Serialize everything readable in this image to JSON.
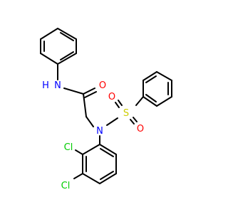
{
  "molecule": {
    "atom_labels": {
      "amide_nh": "N",
      "amide_h": "H",
      "carbonyl_o": "O",
      "sulfonamide_n": "N",
      "sulfur": "S",
      "sulfonyl_o1": "O",
      "sulfonyl_o2": "O",
      "chloro_2": "Cl",
      "chloro_3": "Cl"
    },
    "colors": {
      "bond": "#000000",
      "nitrogen": "#0000ff",
      "oxygen": "#ff0000",
      "sulfur": "#cccc00",
      "chlorine": "#00cc00",
      "background": "#ffffff"
    }
  }
}
